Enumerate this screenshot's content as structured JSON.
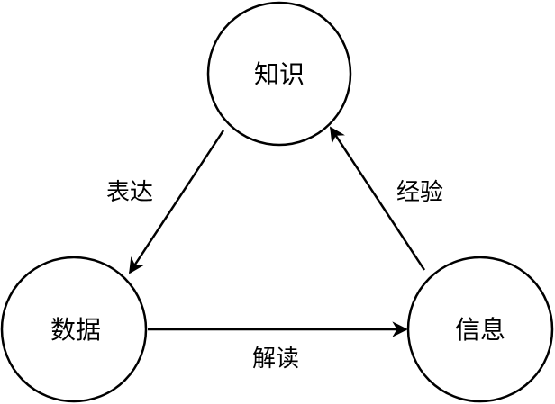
{
  "nodes": {
    "knowledge": "知识",
    "data": "数据",
    "information": "信息"
  },
  "edges": {
    "knowledge_to_data": "表达",
    "data_to_information": "解读",
    "information_to_knowledge": "经验"
  },
  "colors": {
    "stroke": "#000000",
    "background": "#ffffff"
  }
}
